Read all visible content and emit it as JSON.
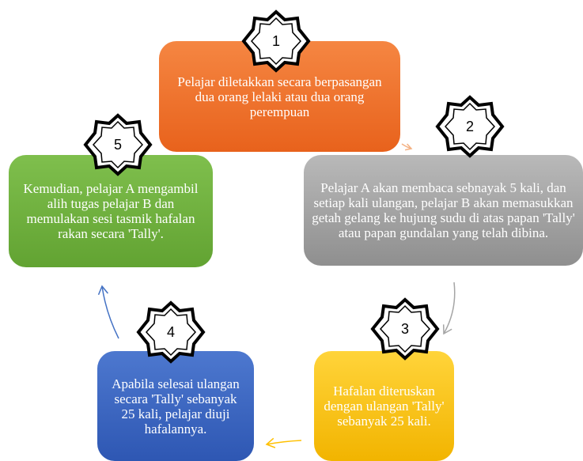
{
  "steps": [
    {
      "number": "1",
      "text": "Pelajar diletakkan secara berpasangan dua orang lelaki atau dua orang perempuan"
    },
    {
      "number": "2",
      "text": "Pelajar A akan membaca sebnayak 5 kali, dan setiap kali ulangan, pelajar B akan memasukkan getah gelang ke hujung sudu di atas papan 'Tally' atau papan gundalan yang telah dibina."
    },
    {
      "number": "3",
      "text": "Hafalan diteruskan dengan ulangan 'Tally' sebanyak 25 kali."
    },
    {
      "number": "4",
      "text": "Apabila selesai ulangan secara 'Tally' sebanyak 25 kali, pelajar diuji hafalannya."
    },
    {
      "number": "5",
      "text": "Kemudian, pelajar A mengambil alih tugas pelajar B dan memulakan sesi tasmik hafalan rakan secara 'Tally'."
    }
  ],
  "colors": {
    "step1": "#ed6d2b",
    "step2": "#a5a5a5",
    "step3": "#ffc000",
    "step4": "#3d68c4",
    "step5": "#70ad47",
    "arrow1": "#f4b183",
    "arrow2": "#a5a5a5",
    "arrow3": "#ffc000",
    "arrow4": "#4472c4"
  },
  "icons": {
    "step_badge": "eight-point-star-icon"
  }
}
